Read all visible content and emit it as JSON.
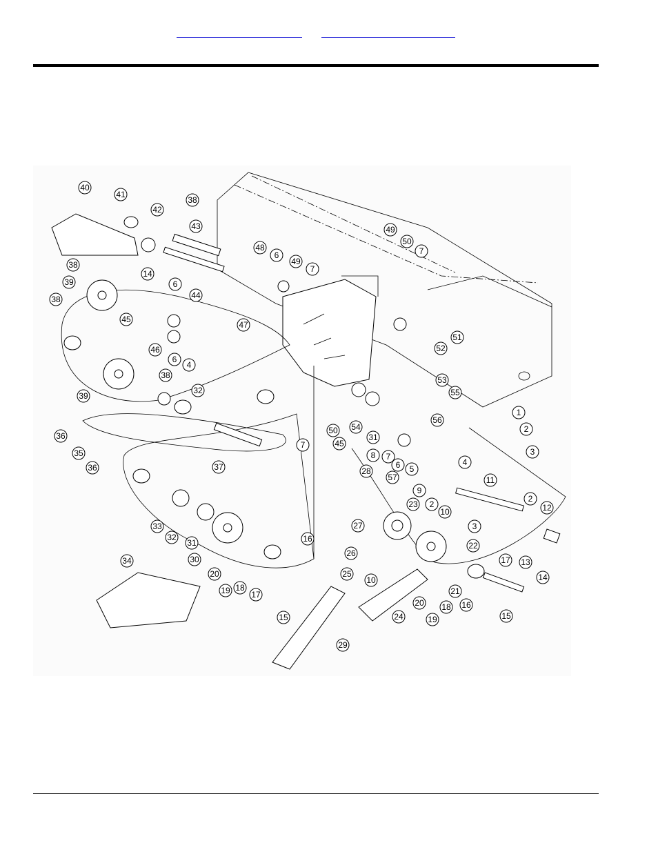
{
  "header": {
    "link_1": "",
    "link_2": ""
  },
  "diagram": {
    "callouts": [
      "40",
      "41",
      "42",
      "38",
      "43",
      "14",
      "38",
      "39",
      "44",
      "38",
      "45",
      "6",
      "46",
      "6",
      "4",
      "47",
      "48",
      "6",
      "49",
      "7",
      "49",
      "50",
      "7",
      "51",
      "52",
      "53",
      "55",
      "56",
      "1",
      "2",
      "3",
      "39",
      "38",
      "32",
      "36",
      "35",
      "36",
      "37",
      "7",
      "50",
      "45",
      "54",
      "31",
      "8",
      "7",
      "6",
      "5",
      "4",
      "28",
      "57",
      "23",
      "9",
      "2",
      "11",
      "10",
      "3",
      "2",
      "12",
      "22",
      "13",
      "17",
      "14",
      "27",
      "26",
      "25",
      "10",
      "21",
      "20",
      "19",
      "18",
      "16",
      "15",
      "24",
      "29",
      "33",
      "32",
      "31",
      "30",
      "20",
      "19",
      "18",
      "17",
      "16",
      "15",
      "34"
    ]
  }
}
